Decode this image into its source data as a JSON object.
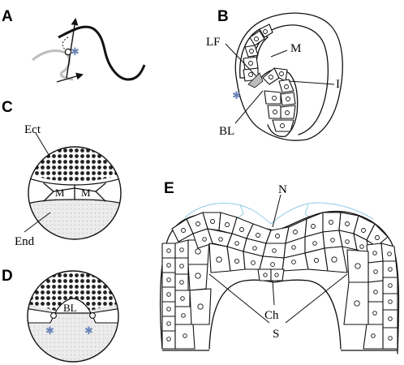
{
  "panels": {
    "a": {
      "letter": "A",
      "asterisk": "✱"
    },
    "b": {
      "letter": "B",
      "labels": {
        "lf": "LF",
        "m": "M",
        "i": "I",
        "bl": "BL"
      },
      "asterisk": "✱"
    },
    "c": {
      "letter": "C",
      "labels": {
        "ect": "Ect",
        "m1": "M",
        "m2": "M",
        "end": "End"
      }
    },
    "d": {
      "letter": "D",
      "labels": {
        "bl": "BL"
      },
      "asterisk_left": "✱",
      "asterisk_right": "✱"
    },
    "e": {
      "letter": "E",
      "labels": {
        "n": "N",
        "ch": "Ch",
        "s": "S"
      }
    }
  },
  "colors": {
    "ink": "#111111",
    "asterisk": "#6b84b8",
    "outline_blue": "#8ec9e6",
    "grey_stroke": "#bdbdbd",
    "dotted_grey": "#d8d8d8"
  }
}
